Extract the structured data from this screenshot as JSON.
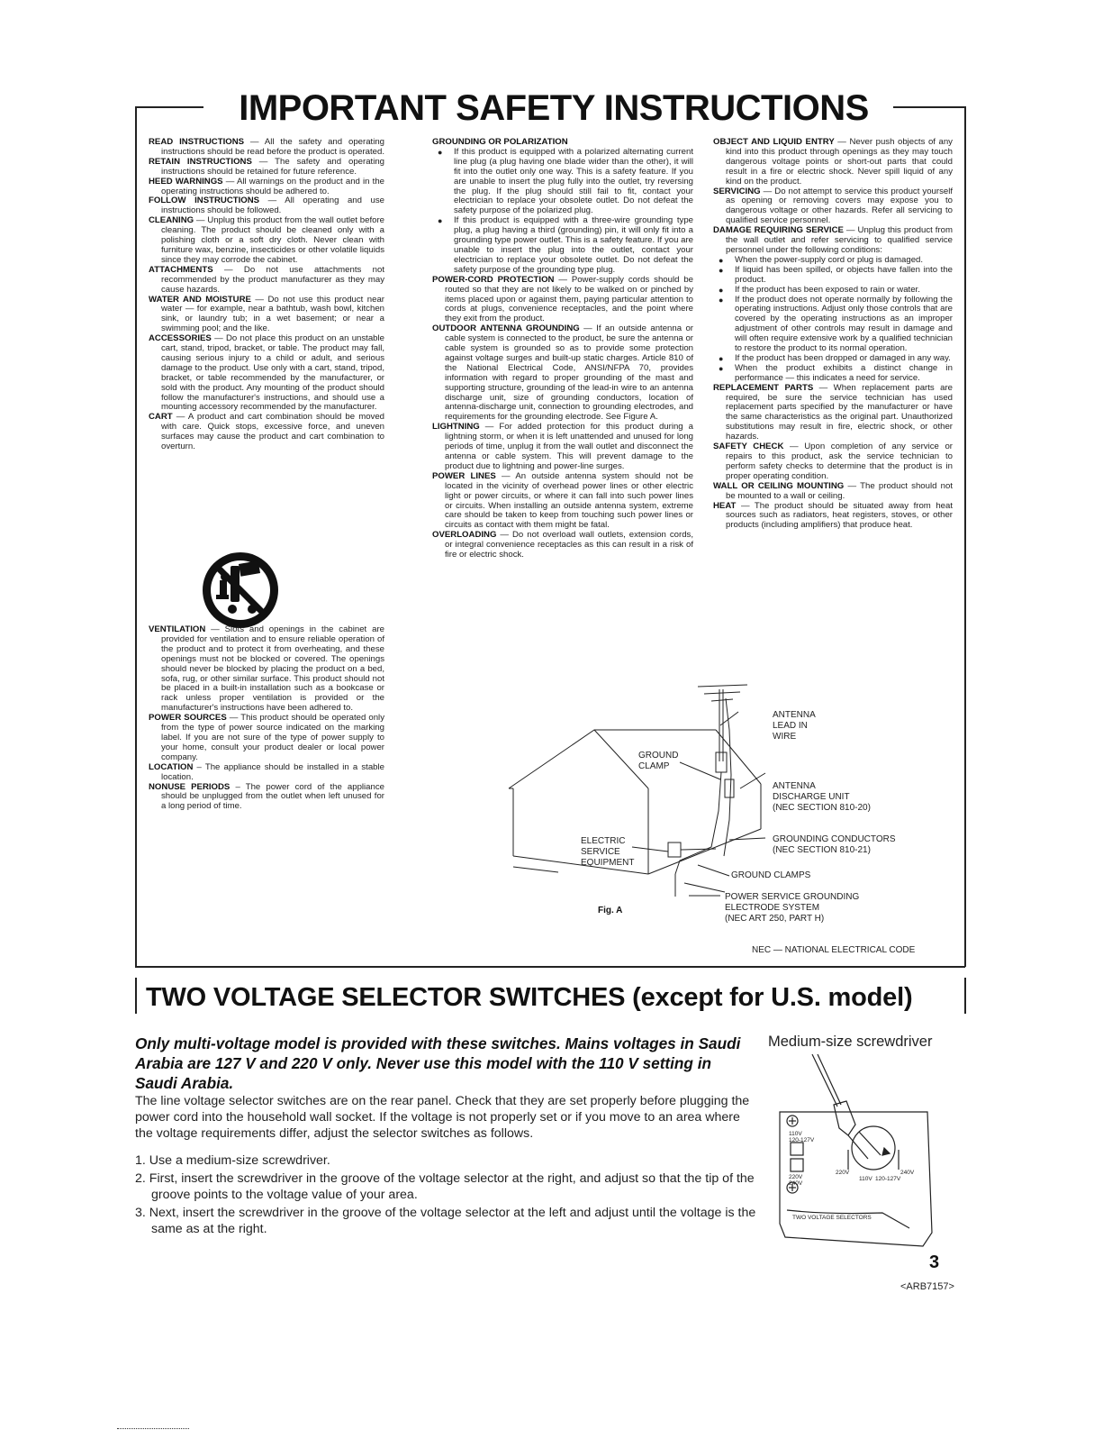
{
  "safety": {
    "title": "IMPORTANT SAFETY INSTRUCTIONS",
    "col1": [
      {
        "h": "READ INSTRUCTIONS",
        "t": " — All the safety and operating instructions should be read before the product is operated."
      },
      {
        "h": "RETAIN INSTRUCTIONS",
        "t": " — The safety and operating instructions should be retained for future reference."
      },
      {
        "h": "HEED WARNINGS",
        "t": " — All warnings on the product and in the operating instructions should be adhered to."
      },
      {
        "h": "FOLLOW INSTRUCTIONS",
        "t": " — All operating and use instructions should be followed."
      },
      {
        "h": "CLEANING",
        "t": " — Unplug this product from the wall outlet before cleaning. The product should be cleaned only with a polishing cloth or a soft dry cloth. Never clean with furniture wax, benzine, insecticides or other volatile liquids since they may corrode the cabinet."
      },
      {
        "h": "ATTACHMENTS",
        "t": " — Do not use attachments not recommended by the product manufacturer as they may cause hazards."
      },
      {
        "h": "WATER AND MOISTURE",
        "t": " — Do not use this product near water — for example, near a bathtub, wash bowl, kitchen sink, or laundry tub; in a wet basement; or near a swimming pool; and the like."
      },
      {
        "h": "ACCESSORIES",
        "t": " — Do not place this product on an unstable cart, stand, tripod, bracket, or table. The product may fall, causing serious injury to a child or adult, and serious damage to the product. Use only with a cart, stand, tripod, bracket, or table recommended by the manufacturer, or sold with the product. Any mounting of the product should follow the manufacturer's instructions, and should use a mounting accessory recommended by the manufacturer."
      },
      {
        "h": "CART",
        "t": " — A product and cart combination should be moved with care. Quick stops, excessive force, and uneven surfaces may cause the product and cart combination to overturn."
      }
    ],
    "col1b": [
      {
        "h": "VENTILATION",
        "t": " — Slots and openings in the cabinet are provided for ventilation and to ensure reliable operation of the product and to protect it from overheating, and these openings must not be blocked or covered. The openings should never be blocked by placing the product on a bed, sofa, rug, or other similar surface. This product should not be placed in a built-in installation such as a bookcase or rack unless proper ventilation is provided or the manufacturer's instructions have been adhered to."
      },
      {
        "h": "POWER SOURCES",
        "t": " — This product should be operated only from the type of power source indicated on the marking label. If you are not sure of the type of power supply to your home, consult your product dealer or local power company."
      },
      {
        "h": "LOCATION",
        "t": " – The appliance should be installed in a stable location."
      },
      {
        "h": "NONUSE PERIODS",
        "t": " – The power cord of the appliance should be unplugged from the outlet when left unused for a long period of time."
      }
    ],
    "col2": [
      {
        "h": "GROUNDING OR POLARIZATION",
        "t": ""
      },
      {
        "bullet": true,
        "t": "If this product is equipped with a polarized alternating current line plug (a plug having one blade wider than the other), it will fit into the outlet only one way. This is a safety feature. If you are unable to insert the plug fully into the outlet, try reversing the plug. If the plug should still fail to fit, contact your electrician to replace your obsolete outlet. Do not defeat the safety purpose of the polarized plug."
      },
      {
        "bullet": true,
        "t": "If this product is equipped with a three-wire grounding type plug, a plug having a third (grounding) pin, it will only fit into a grounding type power outlet. This is a safety feature. If you are unable to insert the plug into the outlet, contact your electrician to replace your obsolete outlet. Do not defeat the safety purpose of the grounding type plug."
      },
      {
        "h": "POWER-CORD PROTECTION",
        "t": " — Power-supply cords should be routed so that they are not likely to be walked on or pinched by items placed upon or against them, paying particular attention to cords at plugs, convenience receptacles, and the point where they exit from the product."
      },
      {
        "h": "OUTDOOR ANTENNA GROUNDING",
        "t": " — If an outside antenna or cable system is connected to the product, be sure the antenna or cable system is grounded so as to provide some protection against voltage surges and built-up static charges. Article 810 of the National Electrical Code, ANSI/NFPA 70, provides information with regard to proper grounding of the mast and supporting structure, grounding of the lead-in wire to an antenna discharge unit, size of grounding conductors, location of antenna-discharge unit, connection to grounding electrodes, and requirements for the grounding electrode. See Figure A."
      },
      {
        "h": "LIGHTNING",
        "t": " — For added protection for this product during a lightning storm, or when it is left unattended and unused for long periods of time, unplug it from the wall outlet and disconnect the antenna or cable system. This will prevent damage to the product due to lightning and power-line surges."
      },
      {
        "h": "POWER LINES",
        "t": " — An outside antenna system should not be located in the vicinity of overhead power lines or other electric light or power circuits, or where it can fall into such power lines or circuits. When installing an outside antenna system, extreme care should be taken to keep from touching such power lines or circuits as contact with them might be fatal."
      },
      {
        "h": "OVERLOADING",
        "t": " — Do not overload wall outlets, extension cords, or integral convenience receptacles as this can result in a risk of fire or electric shock."
      }
    ],
    "col3": [
      {
        "h": "OBJECT AND LIQUID ENTRY",
        "t": " — Never push objects of any kind into this product through openings as they may touch dangerous voltage points or short-out parts that could result in a fire or electric shock. Never spill liquid of any kind on the product."
      },
      {
        "h": "SERVICING",
        "t": " — Do not attempt to service this product yourself as opening or removing covers may expose you to dangerous voltage or other hazards. Refer all servicing to qualified service personnel."
      },
      {
        "h": "DAMAGE REQUIRING SERVICE",
        "t": " — Unplug this product from the wall outlet and refer servicing to qualified service personnel under the following conditions:"
      },
      {
        "bullet": true,
        "t": "When the power-supply cord or plug is damaged."
      },
      {
        "bullet": true,
        "t": "If liquid has been spilled, or objects have fallen into the product."
      },
      {
        "bullet": true,
        "t": "If the product has been exposed to rain or water."
      },
      {
        "bullet": true,
        "t": "If the product does not operate normally by following the operating instructions. Adjust only those controls that are covered by the operating instructions as an improper adjustment of other controls may result in damage and will often require extensive work by a qualified technician to restore the product to its normal operation."
      },
      {
        "bullet": true,
        "t": "If the product has been dropped or damaged in any way."
      },
      {
        "bullet": true,
        "t": "When the product exhibits a distinct change in performance — this indicates a need for service."
      },
      {
        "h": "REPLACEMENT PARTS",
        "t": " — When replacement parts are required, be sure the service technician has used replacement parts specified by the manufacturer or have the same characteristics as the original part. Unauthorized substitutions may result in fire, electric shock, or other hazards."
      },
      {
        "h": "SAFETY CHECK",
        "t": " — Upon completion of any service or repairs to this product, ask the service technician to perform safety checks to determine that the product is in proper operating condition."
      },
      {
        "h": "WALL OR CEILING MOUNTING",
        "t": " — The product should not be mounted to a wall or ceiling."
      },
      {
        "h": "HEAT",
        "t": " — The product should be situated away from heat sources such as radiators, heat registers, stoves, or other products (including amplifiers) that produce heat."
      }
    ],
    "figure": {
      "label": "Fig. A",
      "ground_clamp": [
        "GROUND",
        "CLAMP"
      ],
      "antenna_lead": [
        "ANTENNA",
        "LEAD IN",
        "WIRE"
      ],
      "discharge_unit": [
        "ANTENNA",
        "DISCHARGE UNIT",
        "(NEC SECTION 810-20)"
      ],
      "electric_service": [
        "ELECTRIC",
        "SERVICE",
        "EQUIPMENT"
      ],
      "grounding_conductors": [
        "GROUNDING CONDUCTORS",
        "(NEC SECTION 810-21)"
      ],
      "ground_clamps": "GROUND CLAMPS",
      "power_service": [
        "POWER SERVICE GROUNDING",
        "ELECTRODE SYSTEM",
        "(NEC ART 250, PART H)"
      ],
      "nec_note": "NEC — NATIONAL ELECTRICAL CODE"
    }
  },
  "voltage": {
    "title": "TWO VOLTAGE SELECTOR SWITCHES (except for U.S. model)",
    "warning": "Only multi-voltage model is provided with these switches. Mains voltages in Saudi Arabia are 127 V and 220 V only. Never use this model with the 110 V setting in Saudi Arabia.",
    "intro": "The line voltage selector switches are on the rear panel. Check that they are set properly before plugging the power cord into the household wall socket. If the voltage is not properly set or if you move to an area where the voltage requirements differ, adjust the selector switches as follows.",
    "steps": [
      "1. Use a medium-size screwdriver.",
      "2. First, insert the screwdriver in the groove of the voltage selector at the right, and adjust so that the tip of the groove points to the voltage value of your area.",
      "3. Next, insert the screwdriver in the groove of the voltage selector at the left and adjust until the voltage is the same as at the right."
    ],
    "tool_title": "Medium-size screwdriver",
    "illus": {
      "v110": "110V",
      "v120": "120-127V",
      "v220": "220V",
      "v240": "240V",
      "r220": "220V",
      "r240": "240V",
      "r110": "110V",
      "r120": "120-127V",
      "caption": "TWO VOLTAGE SELECTORS"
    }
  },
  "footer": {
    "page_number": "3",
    "model_code": "<ARB7157>"
  }
}
